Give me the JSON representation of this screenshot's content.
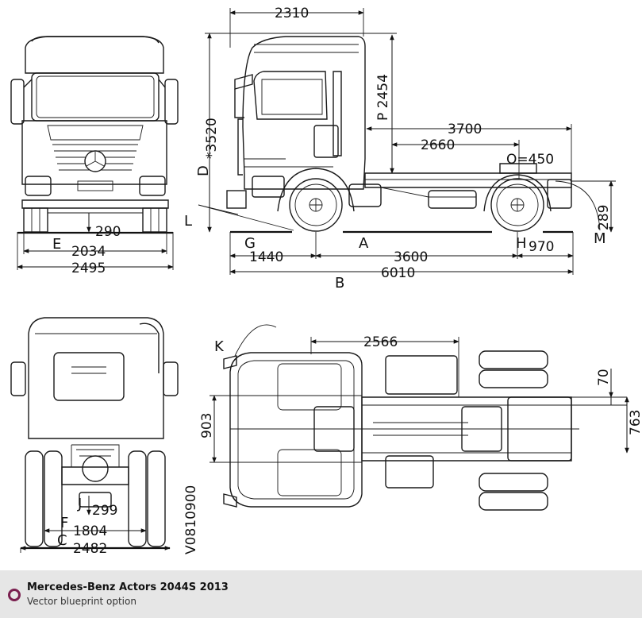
{
  "dimensions": {
    "front": {
      "d290": "290",
      "d2034": "2034",
      "d2495": "2495",
      "E": "E"
    },
    "side": {
      "d2310": "2310",
      "p2454": "P 2454",
      "d3520": "*3520",
      "D": "D",
      "d3700": "3700",
      "d2660": "2660",
      "o450": "O=450",
      "d289": "289",
      "M": "M",
      "L": "L",
      "G": "G",
      "A": "A",
      "H": "H",
      "d1440": "1440",
      "d3600": "3600",
      "d970": "970",
      "d6010": "6010",
      "B": "B"
    },
    "rear": {
      "d299": "299",
      "J": "J",
      "F": "F",
      "d1804": "1804",
      "C": "C",
      "d2482": "2482",
      "code": "V0810900"
    },
    "top": {
      "K": "K",
      "d2566": "2566",
      "d70": "70",
      "d763": "763",
      "d903": "903"
    }
  },
  "footer": {
    "title": "Mercedes-Benz Actors 2044S 2013",
    "subtitle": "Vector blueprint option"
  },
  "colors": {
    "accent": "#7a1f4f",
    "footer_bg": "#e6e6e6"
  },
  "icons": {
    "bullet": "circle-bullet-icon"
  }
}
